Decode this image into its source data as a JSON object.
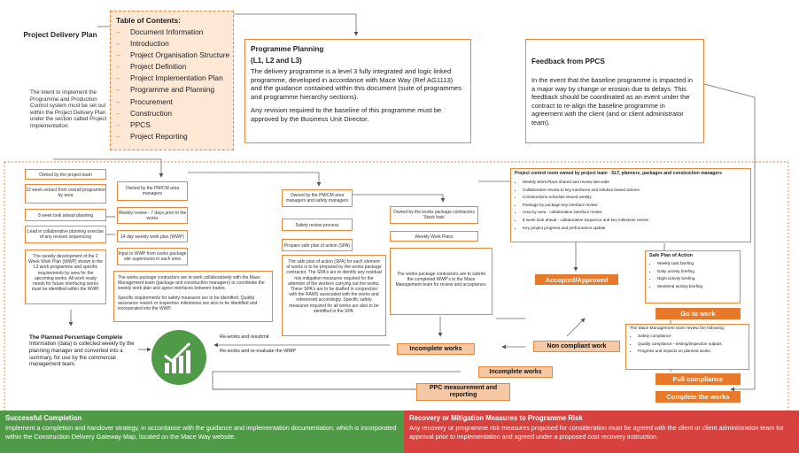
{
  "header": {
    "title": "Project Delivery Plan",
    "intro": "The intent to implement the Programme and Production Control system must be set out within the Project Delivery Plan under the section called Project Implementation."
  },
  "toc": {
    "title": "Table of Contents:",
    "items": [
      "Document Information",
      "Introduction",
      "Project Organisation Structure",
      "Project Definition",
      "Project Implementation Plan",
      "Programme and Planning",
      "Procurement",
      "Construction",
      "PPCS",
      "Project Reporting"
    ]
  },
  "planning": {
    "title": "Programme Planning",
    "subtitle": "(L1, L2 and L3)",
    "para1": "The delivery programme is a level 3 fully integrated and logic linked programme, developed in accordance with Mace Way (Ref AG1113) and the guidance contained within this document (suite of programmes and programme hierarchy sections).",
    "para2": "Any revision required to the baseline of this programme must be approved by the Business Unit Director."
  },
  "feedback": {
    "title": "Feedback from PPCS",
    "body": "In the event that the baseline programme is impacted in a major way by change or erosion due to delays. This feedback should be coordinated as an event under the contract to re-align the baseline programme in agreement with the client (and or client administrator team)."
  },
  "col1": {
    "owned": "Owned by the project team",
    "b1": "12 week extract from overall programme by area",
    "b2": "8 week look ahead planning",
    "b3": "Lead in collaborative planning exercise of any revised sequencing",
    "b4": "The weekly development of the 2 Week Work Plan (WWP) shown in the L3 work programme and specific requirements by area for the upcoming works. All work ready needs for future interfacing works must be identified within the WWP."
  },
  "col2": {
    "owned": "Owned by the PM/CM area managers",
    "b1": "Weekly review - 7 days prior to the works",
    "b2": "14 day weekly work plan (WWP)",
    "b3": "Input to WWP from works package site supervisors in each area",
    "big1": "The works package contractors are to work collaboratively with the Mace Management team (package and construction managers) to coordinate the weekly work plan and agree interfaces between trades.",
    "big2": "Specific requirements for safety measures are to be identified. Quality assurance rework or inspection milestones are also to be identified and incorporated into the WWP."
  },
  "col3": {
    "owned": "Owned by the PM/CM area managers and safety managers",
    "b1": "Safety review process",
    "b2": "Prepare safe plan of action (SPA)",
    "big": "The safe plan of action (SPA) for each element of works is to be prepared by the works package contractor. The SPA's are to identify any residual risk mitigation measures required for the attention of the workers carrying out the works. These SPA's are to be drafted in conjunction with the RAMS associated with the works and referenced accordingly. Specific safety measures required for all works are also to be identified in the SPA."
  },
  "col4": {
    "owned": "Owned by the works package contractors 'Stack hats'",
    "b1": "Weekly Work Plans",
    "big": "The works package contractors are to submit the completed WWP's to the Mace Management team for review and acceptance."
  },
  "control": {
    "title": "Project control room owned by project team - SLT, planners, packages and construction managers",
    "items": [
      "Weekly Work Plans shared and review site-wide",
      "Collaborative review to key interfaces and solution based actions",
      "Constructions schedule issued weekly",
      "Package by package key interface review",
      "Area by area - collaborative interface review",
      "8 week look ahead - collaborative sequence and key milestone review",
      "Key project progress and performance update"
    ]
  },
  "safe": {
    "title": "Safe Plan of Action",
    "items": [
      "Weekly task briefing",
      "Daily activity briefing",
      "Night activity briefing",
      "Weekend activity briefing"
    ]
  },
  "review": {
    "title": "The Mace Management team review the following:",
    "items": [
      "Safety compliance",
      "Quality compliance - testing/inspection outputs",
      "Progress and impacts on planned works"
    ]
  },
  "buttons": {
    "accepted": "Accepted/Approved",
    "go": "Go to work",
    "incomplete1": "Incomplete works",
    "noncompliant": "Non compliant work",
    "incomplete2": "Incomplete works",
    "full": "Full compliance",
    "complete": "Complete the works",
    "ppc": "PPC measurement and reporting"
  },
  "loop": {
    "rework1": "Re-works and resubmit",
    "rework2": "Re-works and re-evaluate the WWP"
  },
  "ppc": {
    "title": "The Planned Percentage Complete",
    "body": "Information (data) is collected weekly by the planning manager and converted into a summary,  for use by the commercial management team."
  },
  "footer": {
    "left_title": "Successful Completion",
    "left_body": "Implement a completion and handover strategy, in accordance with the guidance and implementation documentation, which is incorporated within the Construction Delivery Gateway Map, located on the Mace Way website.",
    "right_title": "Recovery or Mitigation Measures to Programme Risk",
    "right_body": "Any recovery or programme risk measures proposed for consideration must be agreed with the client or client administration team for approval prior to implementation and agreed under a proposed cost recovery instruction."
  },
  "colors": {
    "orange": "#e8782a",
    "peach": "#f6c9a6",
    "green": "#4f9a47",
    "red": "#d7423f"
  },
  "icons": [
    "bar-chart-check-icon"
  ]
}
